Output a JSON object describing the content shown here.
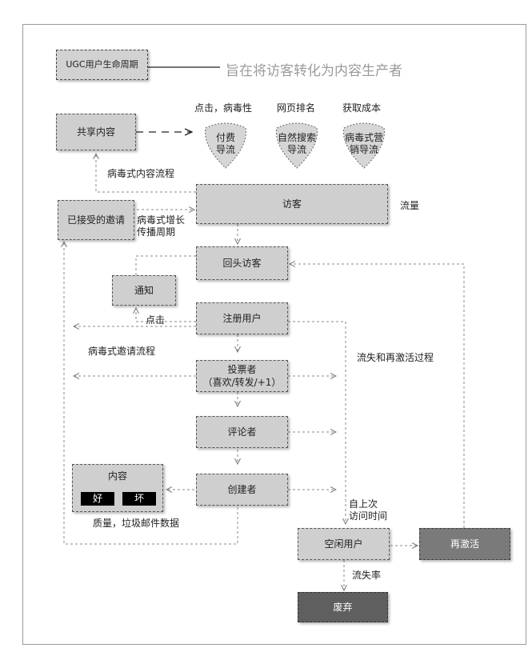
{
  "title_box": "UGC用户生命周期",
  "subtitle": "旨在将访客转化为内容生产者",
  "share_content": "共享内容",
  "channels": [
    {
      "heading": "点击，病毒性",
      "label": "付费\n导流"
    },
    {
      "heading": "网页排名",
      "label": "自然搜索\n导流"
    },
    {
      "heading": "获取成本",
      "label": "病毒式营\n销导流"
    }
  ],
  "viral_content_flow": "病毒式内容流程",
  "accepted_invite": "已接受的邀请",
  "viral_growth": "病毒式增长\n传播周期",
  "visitor": "访客",
  "traffic": "流量",
  "returning_visitor": "回头访客",
  "notify": "通知",
  "click": "点击",
  "registered_user": "注册用户",
  "viral_invite_flow": "病毒式邀请流程",
  "churn_reactivation": "流失和再激活过程",
  "voter": "投票者\n（喜欢/转发/+1）",
  "commenter": "评论者",
  "creator": "创建者",
  "content": {
    "title": "内容",
    "good": "好",
    "bad": "坏"
  },
  "quality": "质量，垃圾邮件数据",
  "since_last_visit": "自上次\n访问时间",
  "idle_user": "空闲用户",
  "reactivate": "再激活",
  "churn_rate": "流失率",
  "abandoned": "废弃"
}
